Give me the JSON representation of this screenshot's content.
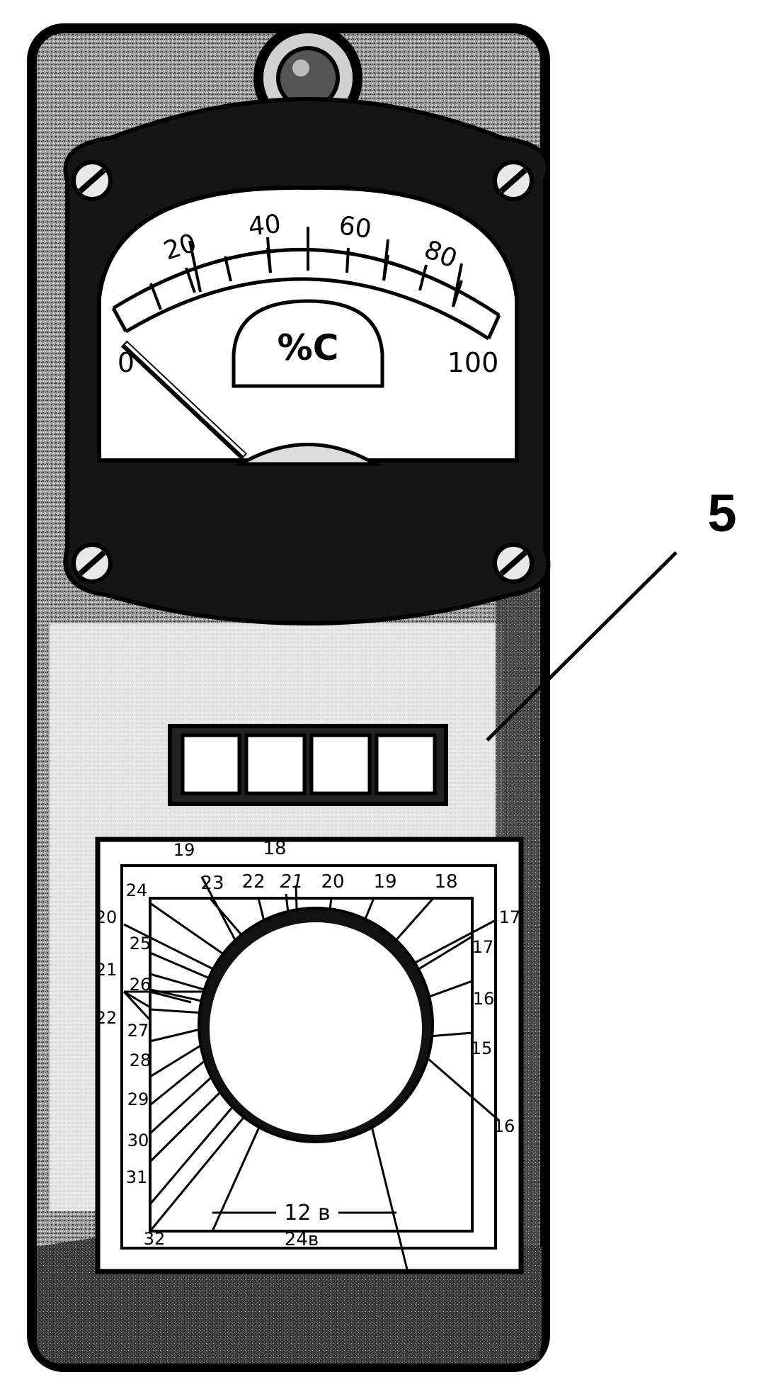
{
  "meter": {
    "unit_label": "%C",
    "scale_labels": [
      "0",
      "20",
      "40",
      "60",
      "80",
      "100"
    ]
  },
  "dial": {
    "top_left_outer": "19",
    "top_center_outer": "18",
    "top_labels": [
      "23",
      "22",
      "21",
      "20",
      "19",
      "18"
    ],
    "left_outer_labels": [
      "20",
      "21",
      "22"
    ],
    "left_inner_labels": [
      "24",
      "25",
      "26",
      "27",
      "28",
      "29",
      "30",
      "31",
      "32"
    ],
    "right_outer_labels": [
      "17"
    ],
    "right_inner_labels": [
      "17",
      "16",
      "15",
      "16"
    ],
    "range_12": "12 в",
    "range_24": "24в"
  },
  "callout": {
    "number": "5"
  },
  "colors": {
    "ink": "#000000",
    "paper": "#ffffff",
    "body_shade": "#8a8a8a",
    "bezel": "#141414"
  }
}
